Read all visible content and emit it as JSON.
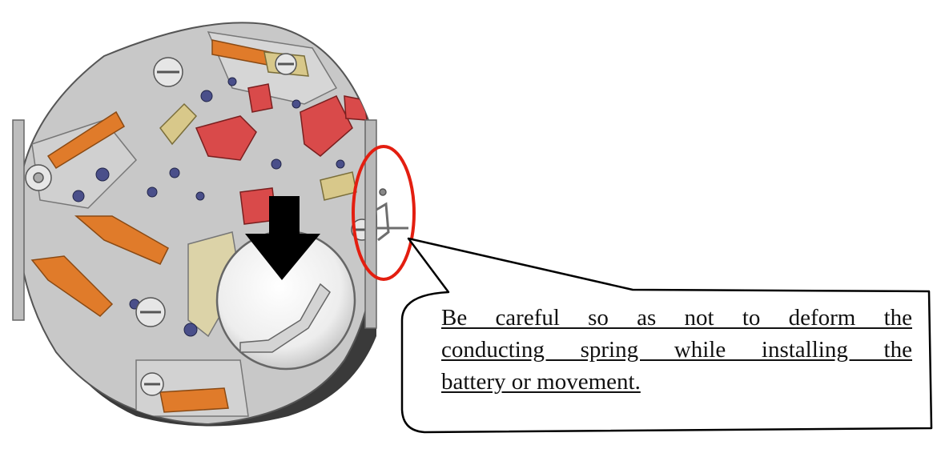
{
  "figure": {
    "illustration": "watch-movement-battery-installation",
    "colors": {
      "plate": "#c8c8c8",
      "plate_edge": "#555555",
      "red_part": "#d94a4a",
      "orange_part": "#e07b2a",
      "yellow_part": "#d8c88a",
      "navy_jewel": "#4a4f8a",
      "battery": "#f2f2f2",
      "arrow": "#000000",
      "highlight_ring": "#e31e10",
      "callout_outline": "#000000"
    },
    "icons": [
      "down-arrow-icon",
      "highlight-ellipse-icon",
      "battery-icon",
      "conducting-spring-icon"
    ]
  },
  "callout": {
    "lines": [
      "Be careful so as not to deform the",
      "conducting spring while installing the",
      "battery or movement."
    ]
  }
}
